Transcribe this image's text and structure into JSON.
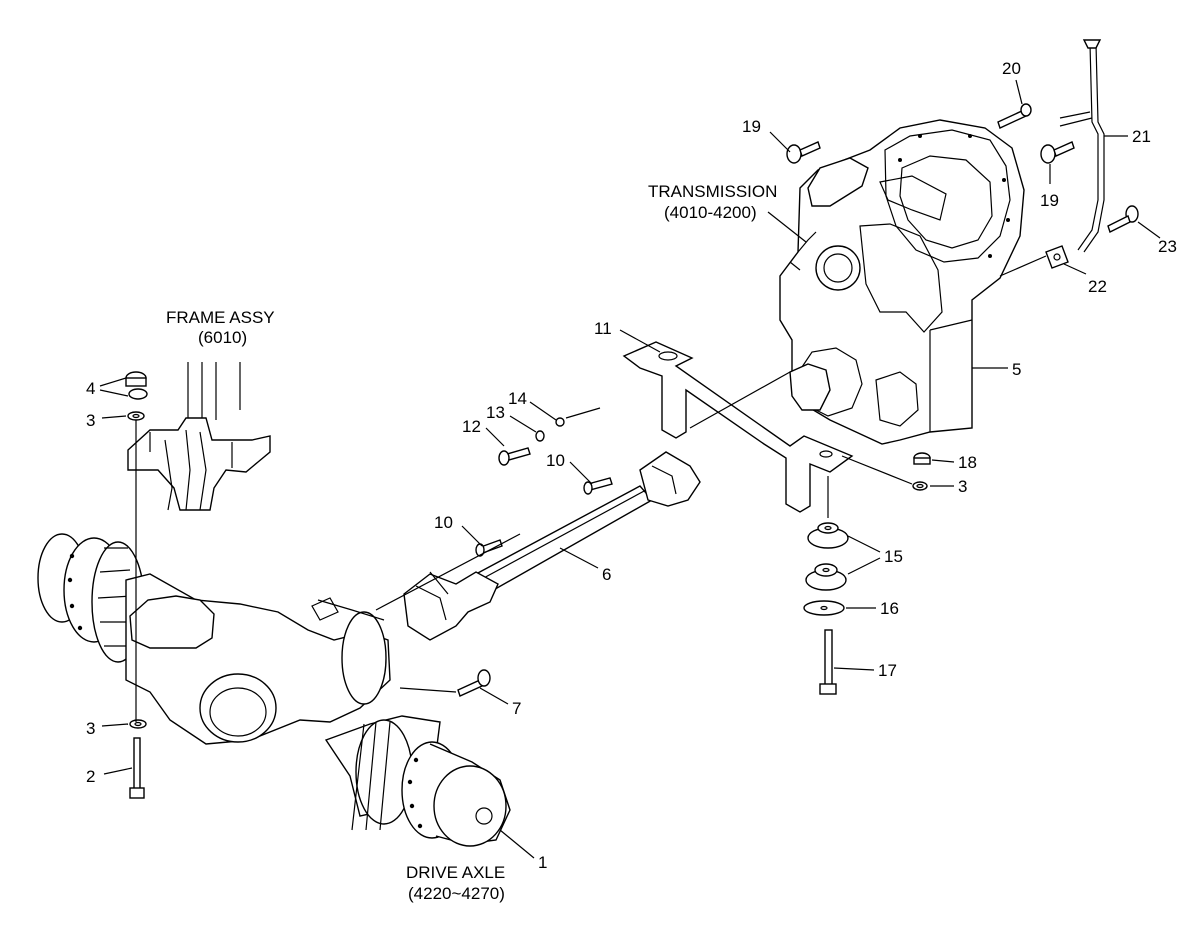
{
  "labels": {
    "transmission": "TRANSMISSION",
    "transmission_ref": "(4010-4200)",
    "frame": "FRAME ASSY",
    "frame_ref": "(6010)",
    "drive_axle": "DRIVE AXLE",
    "drive_axle_ref": "(4220~4270)"
  },
  "callouts": {
    "c1": "1",
    "c2": "2",
    "c3a": "3",
    "c3b": "3",
    "c3c": "3",
    "c4": "4",
    "c5": "5",
    "c6": "6",
    "c7": "7",
    "c10a": "10",
    "c10b": "10",
    "c11": "11",
    "c12": "12",
    "c13": "13",
    "c14": "14",
    "c15": "15",
    "c16": "16",
    "c17": "17",
    "c18": "18",
    "c19a": "19",
    "c19b": "19",
    "c20": "20",
    "c21": "21",
    "c22": "22",
    "c23": "23"
  }
}
